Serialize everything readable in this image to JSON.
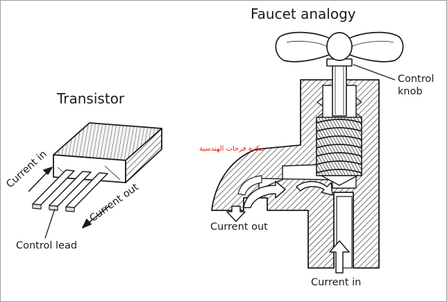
{
  "transistor": {
    "title": "Transistor",
    "current_in_label": "Current in",
    "current_out_label": "Current out",
    "control_lead_label": "Control lead"
  },
  "faucet": {
    "title": "Faucet analogy",
    "control_knob_label_line1": "Control",
    "control_knob_label_line2": "knob",
    "current_out_label": "Current out",
    "current_in_label": "Current in"
  },
  "watermark": {
    "text": "مكتبة فرحات الهندسية",
    "color": "#e0241b"
  },
  "colors": {
    "ink": "#1a1a1a",
    "paper": "#ffffff",
    "frame": "#9a9a9a"
  }
}
